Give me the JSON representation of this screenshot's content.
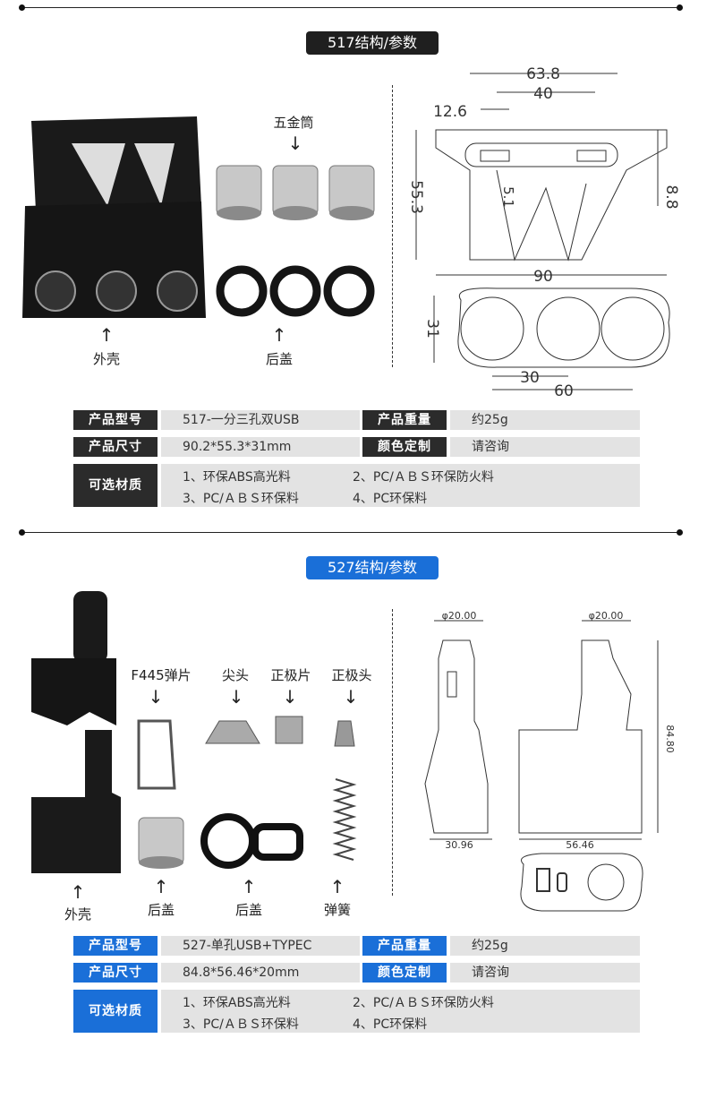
{
  "section1": {
    "title": "517结构/参数",
    "title_color": "#1f1f1f",
    "labels": {
      "top_part": "五金筒",
      "shell": "外壳",
      "back_cover": "后盖"
    },
    "dims": {
      "d1": "63.8",
      "d2": "40",
      "d3": "12.6",
      "d4": "55.3",
      "d5": "5.1",
      "d6": "8.8",
      "d7": "90",
      "d8": "31",
      "d9": "30",
      "d10": "60"
    },
    "specs": {
      "model_label": "产品型号",
      "model_value": "517-一分三孔双USB",
      "weight_label": "产品重量",
      "weight_value": "约25g",
      "size_label": "产品尺寸",
      "size_value": "90.2*55.3*31mm",
      "color_label": "颜色定制",
      "color_value": "请咨询",
      "material_label": "可选材质",
      "mat1": "1、环保ABS高光料",
      "mat2": "2、PC/ＡＢＳ环保防火料",
      "mat3": "3、PC/ＡＢＳ环保料",
      "mat4": "4、PC环保料"
    },
    "header_color": "#2b2b2b"
  },
  "section2": {
    "title": "527结构/参数",
    "title_color": "#1a6fd8",
    "labels": {
      "spring_clip": "F445弹片",
      "tip": "尖头",
      "pos_plate": "正极片",
      "pos_head": "正极头",
      "shell": "外壳",
      "back_cover1": "后盖",
      "back_cover2": "后盖",
      "spring": "弹簧"
    },
    "dims": {
      "phi1": "φ20.00",
      "phi2": "φ20.00",
      "w1": "30.96",
      "w2": "56.46",
      "h1": "84.80"
    },
    "specs": {
      "model_label": "产品型号",
      "model_value": "527-单孔USB+TYPEC",
      "weight_label": "产品重量",
      "weight_value": "约25g",
      "size_label": "产品尺寸",
      "size_value": "84.8*56.46*20mm",
      "color_label": "颜色定制",
      "color_value": "请咨询",
      "material_label": "可选材质",
      "mat1": "1、环保ABS高光料",
      "mat2": "2、PC/ＡＢＳ环保防火料",
      "mat3": "3、PC/ＡＢＳ环保料",
      "mat4": "4、PC环保料"
    },
    "header_color": "#1a6fd8"
  }
}
